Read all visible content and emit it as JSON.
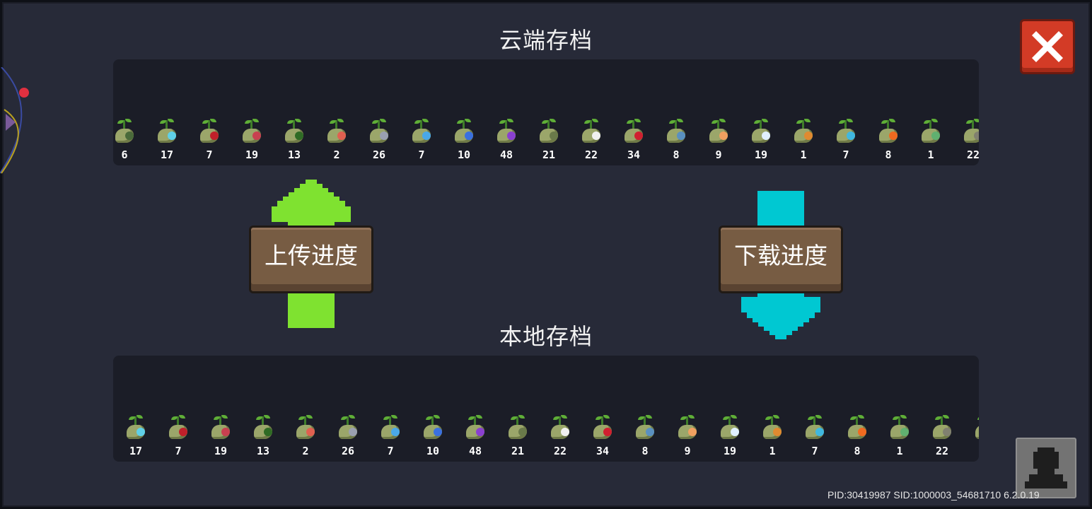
{
  "cloud": {
    "title": "云端存档",
    "items": [
      {
        "count": "6",
        "flower": "#4a6a3a"
      },
      {
        "count": "17",
        "flower": "#5fd0e8"
      },
      {
        "count": "7",
        "flower": "#c0202a"
      },
      {
        "count": "19",
        "flower": "#c84050"
      },
      {
        "count": "13",
        "flower": "#2f6b25"
      },
      {
        "count": "2",
        "flower": "#e06050"
      },
      {
        "count": "26",
        "flower": "#9aa0b0"
      },
      {
        "count": "7",
        "flower": "#4aa8e8"
      },
      {
        "count": "10",
        "flower": "#3a70e0"
      },
      {
        "count": "48",
        "flower": "#8a40d0"
      },
      {
        "count": "21",
        "flower": "#6a7a4a"
      },
      {
        "count": "22",
        "flower": "#f0f0f0"
      },
      {
        "count": "34",
        "flower": "#d02030"
      },
      {
        "count": "8",
        "flower": "#5a90c0"
      },
      {
        "count": "9",
        "flower": "#f0a060"
      },
      {
        "count": "19",
        "flower": "#e0f0ff"
      },
      {
        "count": "1",
        "flower": "#e08a30"
      },
      {
        "count": "7",
        "flower": "#40b8e0"
      },
      {
        "count": "8",
        "flower": "#f06a20"
      },
      {
        "count": "1",
        "flower": "#60b070"
      },
      {
        "count": "22",
        "flower": "#808070"
      }
    ]
  },
  "local": {
    "title": "本地存档",
    "items": [
      {
        "count": "17",
        "flower": "#5fd0e8"
      },
      {
        "count": "7",
        "flower": "#c0202a"
      },
      {
        "count": "19",
        "flower": "#c84050"
      },
      {
        "count": "13",
        "flower": "#2f6b25"
      },
      {
        "count": "2",
        "flower": "#e06050"
      },
      {
        "count": "26",
        "flower": "#9aa0b0"
      },
      {
        "count": "7",
        "flower": "#4aa8e8"
      },
      {
        "count": "10",
        "flower": "#3a70e0"
      },
      {
        "count": "48",
        "flower": "#8a40d0"
      },
      {
        "count": "21",
        "flower": "#6a7a4a"
      },
      {
        "count": "22",
        "flower": "#f0f0f0"
      },
      {
        "count": "34",
        "flower": "#d02030"
      },
      {
        "count": "8",
        "flower": "#5a90c0"
      },
      {
        "count": "9",
        "flower": "#f0a060"
      },
      {
        "count": "19",
        "flower": "#e0f0ff"
      },
      {
        "count": "1",
        "flower": "#e08a30"
      },
      {
        "count": "7",
        "flower": "#40b8e0"
      },
      {
        "count": "8",
        "flower": "#f06a20"
      },
      {
        "count": "1",
        "flower": "#60b070"
      },
      {
        "count": "22",
        "flower": "#808070"
      },
      {
        "count": "",
        "flower": "#6a7a4a"
      }
    ]
  },
  "buttons": {
    "upload": "上传进度",
    "download": "下载进度"
  },
  "icons": {
    "close": "close-icon",
    "avatar": "avatar-icon",
    "upload_arrow": "up-arrow-icon",
    "download_arrow": "down-arrow-icon"
  },
  "colors": {
    "upload_arrow": "#7fe230",
    "download_arrow": "#00c8d2",
    "close_button": "#d33b26",
    "button_wood": "#775c43"
  },
  "footer": {
    "ids": "PID:30419987 SID:1000003_54681710 6.2.0.19"
  }
}
